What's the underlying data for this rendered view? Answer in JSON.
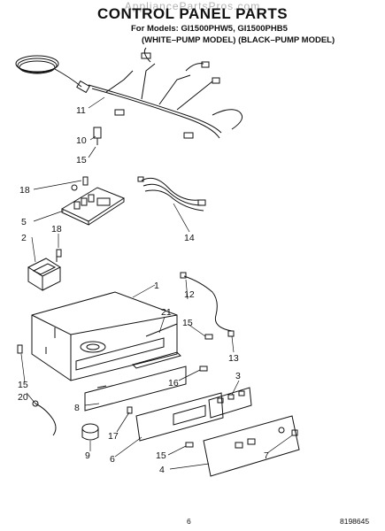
{
  "watermark": "AppliancePartsPros.com",
  "header": {
    "title": "CONTROL PANEL PARTS",
    "models_line": "For Models: GI1500PHW5, GI1500PHB5",
    "variants_line": "(WHITE–PUMP MODEL) (BLACK–PUMP MODEL)"
  },
  "callouts": [
    "1",
    "2",
    "3",
    "4",
    "5",
    "6",
    "7",
    "8",
    "9",
    "10",
    "11",
    "12",
    "13",
    "14",
    "15",
    "15",
    "15",
    "15",
    "16",
    "17",
    "18",
    "18",
    "20",
    "21"
  ],
  "footer": {
    "page_number": "6",
    "doc_number": "8198645"
  }
}
